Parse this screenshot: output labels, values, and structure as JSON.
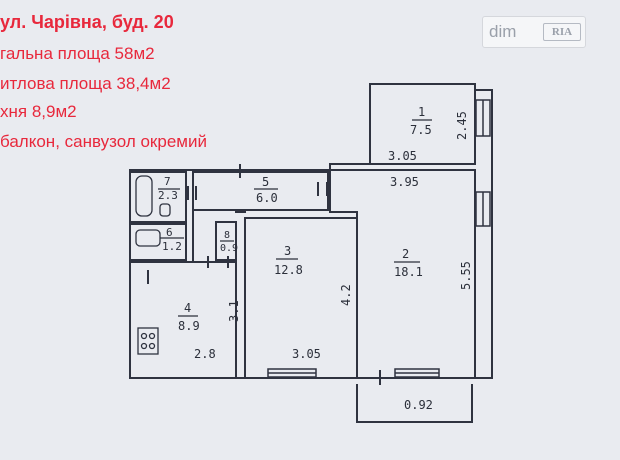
{
  "info": {
    "address": "ул. Чарівна, буд. 20",
    "total_area": "гальна площа 58м2",
    "living_area": "итлова площа 38,4м2",
    "kitchen": "хня 8,9м2",
    "features": "балкон, санвузол окремий"
  },
  "watermark": {
    "text": "dim",
    "badge": "RIA"
  },
  "rooms": [
    {
      "id": "1",
      "area": "7.5"
    },
    {
      "id": "2",
      "area": "18.1"
    },
    {
      "id": "3",
      "area": "12.8"
    },
    {
      "id": "4",
      "area": "8.9"
    },
    {
      "id": "5",
      "area": "6.0"
    },
    {
      "id": "6",
      "area": "1.2"
    },
    {
      "id": "7",
      "area": "2.3"
    },
    {
      "id": "8",
      "area": "0.9"
    }
  ],
  "dimensions": {
    "d_245": "2.45",
    "d_305_top": "3.05",
    "d_395": "3.95",
    "d_555": "5.55",
    "d_42": "4.2",
    "d_31": "3.1",
    "d_28": "2.8",
    "d_305_bottom": "3.05",
    "d_092": "0.92"
  }
}
